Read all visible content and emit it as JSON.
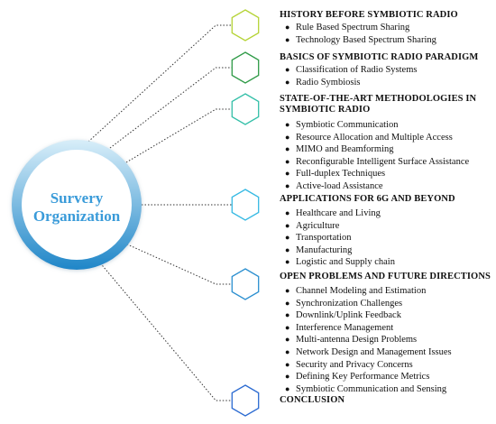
{
  "center": {
    "title_line1": "Survery",
    "title_line2": "Organization",
    "color": "#3a9bd9"
  },
  "sections": [
    {
      "title": "HISTORY BEFORE SYMBIOTIC RADIO",
      "hex_color": "#b5d335",
      "items": [
        "Rule Based Spectrum Sharing",
        "Technology Based Spectrum Sharing"
      ]
    },
    {
      "title": "BASICS OF SYMBIOTIC RADIO PARADIGM",
      "hex_color": "#2e9a46",
      "items": [
        "Classification of Radio Systems",
        "Radio Symbiosis"
      ]
    },
    {
      "title_line1": "STATE-OF-THE-ART METHODOLOGIES IN",
      "title_line2": "SYMBIOTIC RADIO",
      "hex_color": "#33bfa8",
      "items": [
        "Symbiotic Communication",
        "Resource Allocation and Multiple Access",
        "MIMO and Beamforming",
        "Reconfigurable Intelligent Surface Assistance",
        "Full-duplex Techniques",
        "Active-load Assistance"
      ]
    },
    {
      "title": "APPLICATIONS FOR 6G AND BEYOND",
      "hex_color": "#35b9e3",
      "items": [
        "Healthcare and Living",
        "Agriculture",
        "Transportation",
        "Manufacturing",
        "Logistic and Supply chain"
      ]
    },
    {
      "title": "OPEN PROBLEMS AND FUTURE DIRECTIONS",
      "hex_color": "#2b8fd0",
      "items": [
        "Channel Modeling and Estimation",
        "Synchronization Challenges",
        "Downlink/Uplink Feedback",
        "Interference Management",
        "Multi-antenna Design Problems",
        "Network Design and Management Issues",
        "Security and Privacy Concerns",
        "Defining Key Performance Metrics",
        "Symbiotic Communication and Sensing"
      ]
    },
    {
      "title": "CONCLUSION",
      "hex_color": "#2a6ad1",
      "items": []
    }
  ],
  "bullet_glyph": "●"
}
